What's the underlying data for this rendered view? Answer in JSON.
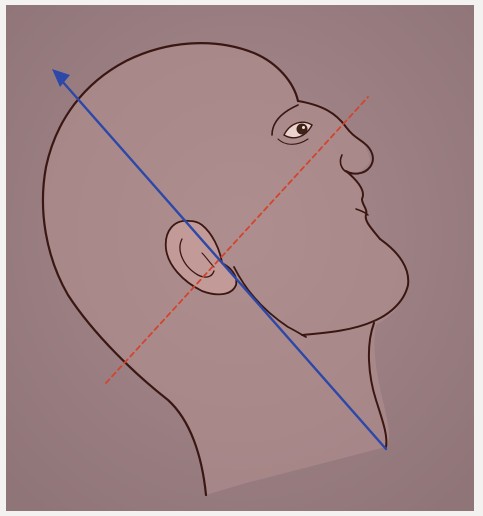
{
  "diagram": {
    "subject": "head-in-profile-tilted-back",
    "colors": {
      "page_background": "#f4f2f1",
      "paper": "#9b8185",
      "skin": "#b48f8f",
      "outline": "#3a1712",
      "blue_axis": "#2d48a8",
      "red_dashed_line": "#d2452c"
    },
    "elements": {
      "blue_axis_arrow": "solid-line-with-arrowhead",
      "red_dashed_line": "dashed-line"
    }
  }
}
